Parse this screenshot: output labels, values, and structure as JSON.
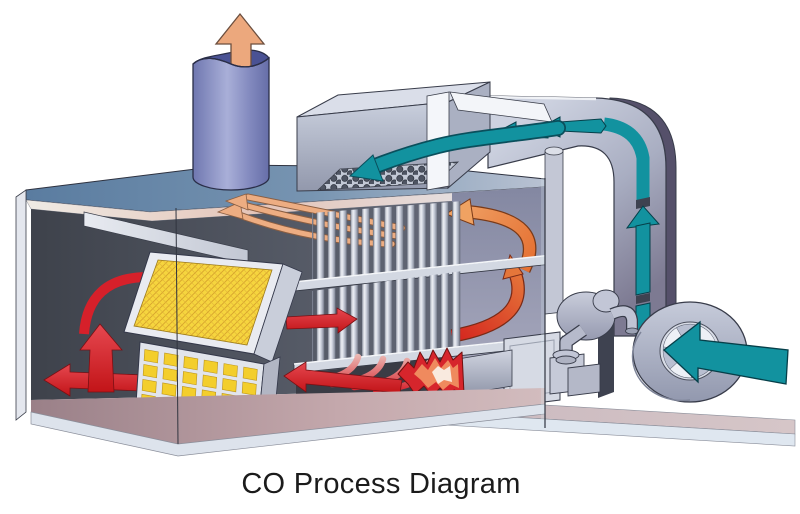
{
  "caption": "CO Process Diagram",
  "diagram": {
    "subject": "Cutaway illustration of a CO process unit: furnace housing with catalyst bed, heat-exchanger tube bundle, burner, exhaust stack, recirculation duct and combustion-air blower",
    "components": [
      "exhaust-stack",
      "stack-exhaust-arrow",
      "furnace-housing",
      "inlet-hood",
      "catalyst-panel",
      "catalyst-grid",
      "tube-bundle-upper",
      "tube-bundle-lower",
      "tube-support-shelves",
      "tube-sheet",
      "distribution-plenum",
      "burner",
      "burner-flame",
      "circulation-pump",
      "air-blower",
      "blower-impeller",
      "return-duct",
      "base-platform"
    ],
    "flows": [
      {
        "name": "hot-flue-gas",
        "color": "#d6202a"
      },
      {
        "name": "heated-gas-rising",
        "color": "#e5763a"
      },
      {
        "name": "cooled-exhaust-to-stack",
        "color": "#ecaa7d"
      },
      {
        "name": "combustion-air",
        "color": "#12929f"
      }
    ],
    "palette": {
      "background": "#ffffff",
      "housing_top": "#5a7ca0",
      "interior_wall": "#41454e",
      "right_wall": "#9193ac",
      "stack": "#8289be",
      "catalyst_yellow": "#f4d13a",
      "metal_light": "#d5d9e3",
      "duct_gray": "#a9aec2",
      "text": "#1b1b1b"
    }
  }
}
